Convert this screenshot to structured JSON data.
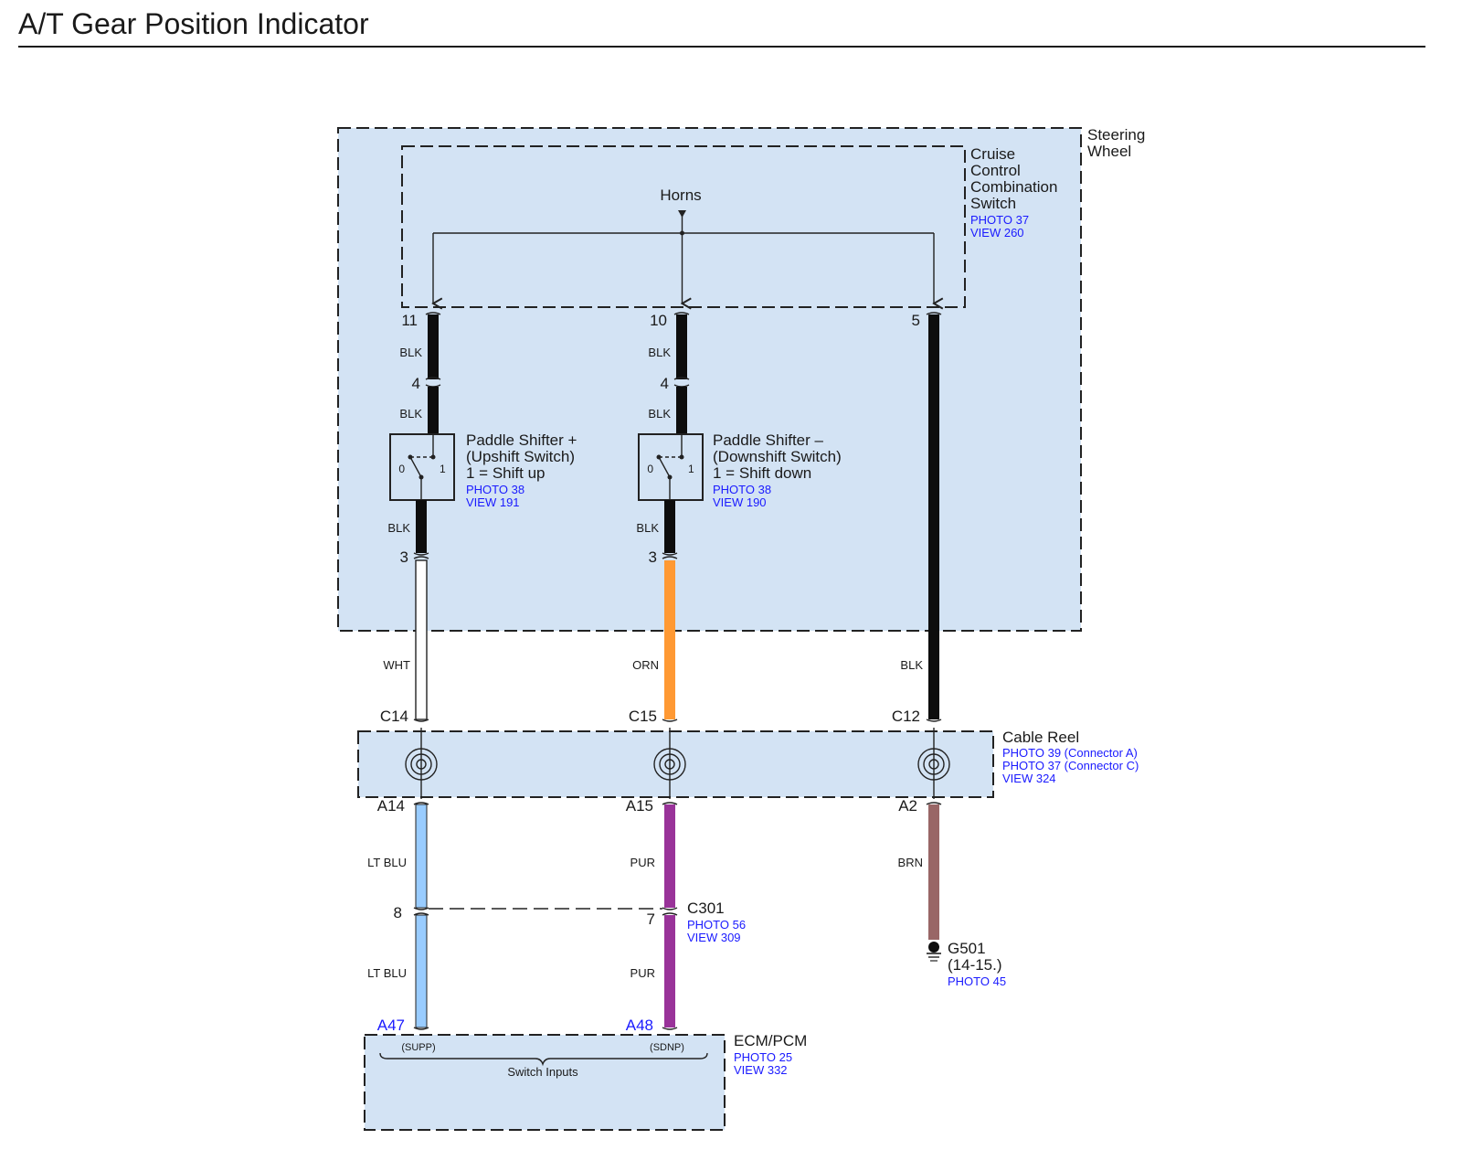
{
  "title": "A/T Gear Position Indicator",
  "components": {
    "steering_wheel": {
      "line1": "Steering",
      "line2": "Wheel"
    },
    "cruise_switch": {
      "line1": "Cruise",
      "line2": "Control",
      "line3": "Combination",
      "line4": "Switch",
      "photo": "PHOTO 37",
      "view": "VIEW 260"
    },
    "horns": {
      "label": "Horns"
    },
    "paddle_up": {
      "line1": "Paddle Shifter +",
      "line2": "(Upshift Switch)",
      "line3": "1 = Shift up",
      "photo": "PHOTO 38",
      "view": "VIEW 191",
      "pos0": "0",
      "pos1": "1"
    },
    "paddle_down": {
      "line1": "Paddle Shifter –",
      "line2": "(Downshift Switch)",
      "line3": "1 = Shift down",
      "photo": "PHOTO 38",
      "view": "VIEW 190",
      "pos0": "0",
      "pos1": "1"
    },
    "cable_reel": {
      "label": "Cable Reel",
      "photo_a": "PHOTO 39 (Connector A)",
      "photo_c": "PHOTO 37 (Connector C)",
      "view": "VIEW 324"
    },
    "c301": {
      "label": "C301",
      "photo": "PHOTO 56",
      "view": "VIEW 309"
    },
    "g501": {
      "label": "G501",
      "ref": "(14-15.)",
      "photo": "PHOTO 45"
    },
    "ecm": {
      "label": "ECM/PCM",
      "photo": "PHOTO 25",
      "view": "VIEW 332",
      "supp": "(SUPP)",
      "sdnp": "(SDNP)",
      "inputs": "Switch Inputs"
    }
  },
  "circuits": [
    {
      "pins": {
        "top": "11",
        "mid": "4",
        "sw": "3",
        "reel_top": "C14",
        "reel_bot": "A14",
        "c301": "8",
        "ecm": "A47"
      },
      "colors": {
        "seg1": "BLK",
        "seg2": "BLK",
        "seg3": "BLK",
        "seg4": "WHT",
        "seg5": "LT BLU",
        "seg6": "LT BLU"
      }
    },
    {
      "pins": {
        "top": "10",
        "mid": "4",
        "sw": "3",
        "reel_top": "C15",
        "reel_bot": "A15",
        "c301": "7",
        "ecm": "A48"
      },
      "colors": {
        "seg1": "BLK",
        "seg2": "BLK",
        "seg3": "BLK",
        "seg4": "ORN",
        "seg5": "PUR",
        "seg6": "PUR"
      }
    },
    {
      "pins": {
        "top": "5",
        "reel_top": "C12",
        "reel_bot": "A2"
      },
      "colors": {
        "seg4": "BLK",
        "seg5": "BRN"
      }
    }
  ],
  "wire_colors_hex": {
    "BLK": "#0d0d0d",
    "WHT": "#ffffff",
    "ORN": "#ff9933",
    "LT BLU": "#99ccff",
    "PUR": "#993399",
    "BRN": "#996666"
  }
}
